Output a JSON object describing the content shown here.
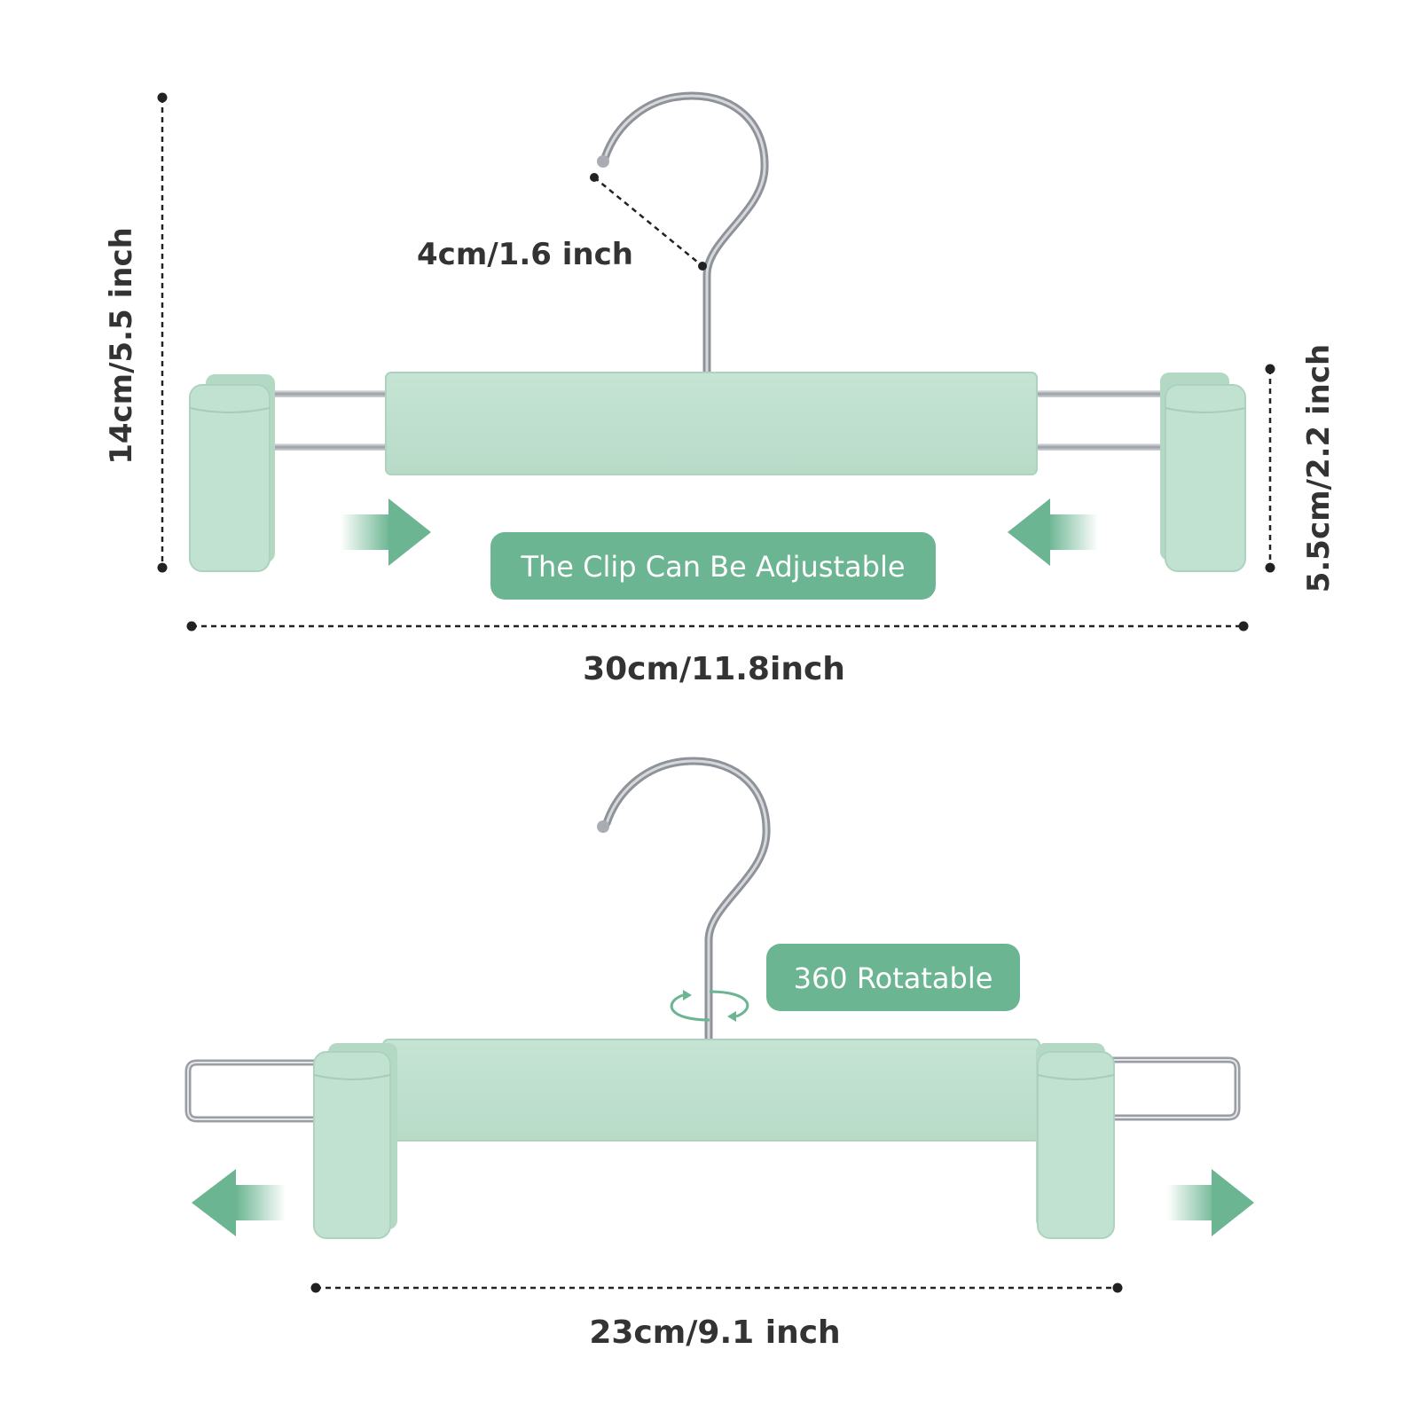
{
  "colors": {
    "hanger_green": "#bfe0cf",
    "hanger_green_edge": "#a9cfbb",
    "accent_green": "#6bb592",
    "metal": "#a9adb3",
    "dim_line": "#222222",
    "text_dark": "#333333",
    "background": "#ffffff"
  },
  "top_diagram": {
    "hook_opening_label": "4cm/1.6 inch",
    "height_label": "14cm/5.5 inch",
    "clip_height_label": "5.5cm/2.2 inch",
    "width_label": "30cm/11.8inch",
    "badge_text": "The Clip Can Be Adjustable",
    "arrow_left_icon": "arrow-right-icon",
    "arrow_right_icon": "arrow-left-icon"
  },
  "bottom_diagram": {
    "width_label": "23cm/9.1 inch",
    "badge_text": "360 Rotatable",
    "rotate_icon": "rotate-icon",
    "arrow_left_icon": "arrow-left-icon",
    "arrow_right_icon": "arrow-right-icon"
  }
}
